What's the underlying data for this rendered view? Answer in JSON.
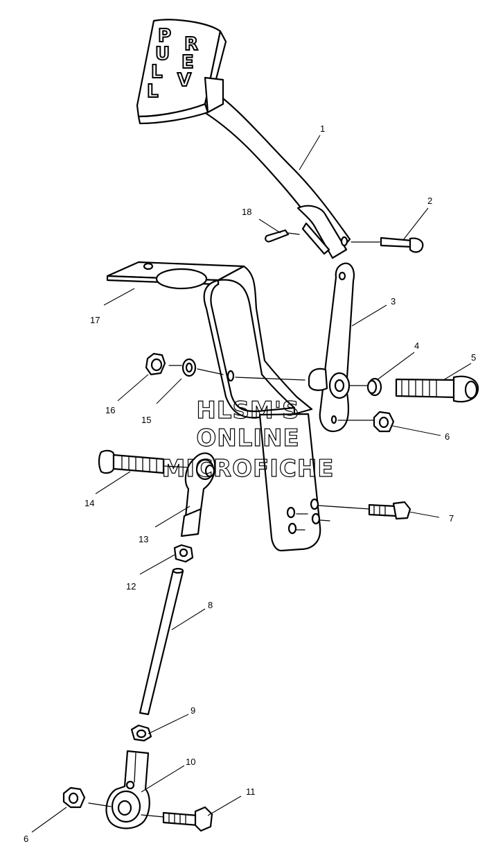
{
  "handle_text": {
    "pull": [
      "P",
      "U",
      "L",
      "L"
    ],
    "rev": [
      "R",
      "E",
      "V"
    ]
  },
  "watermark": {
    "line1": "HLSM'S",
    "line2": "ONLINE",
    "line3": "MICROFICHE"
  },
  "callouts": {
    "c1": "1",
    "c2": "2",
    "c3": "3",
    "c4": "4",
    "c5": "5",
    "c6a": "6",
    "c6b": "6",
    "c7": "7",
    "c8": "8",
    "c9": "9",
    "c10": "10",
    "c11": "11",
    "c12": "12",
    "c13": "13",
    "c14": "14",
    "c15": "15",
    "c16": "16",
    "c17": "17",
    "c18": "18"
  }
}
